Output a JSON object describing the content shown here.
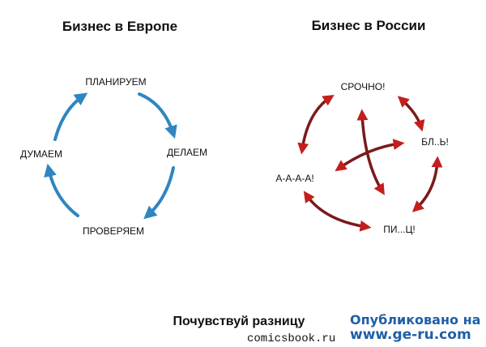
{
  "europe": {
    "title": "Бизнес в Европе",
    "steps": [
      "ПЛАНИРУЕМ",
      "ДЕЛАЕМ",
      "ПРОВЕРЯЕМ",
      "ДУМАЕМ"
    ],
    "arrow_color": "#2e86c1"
  },
  "russia": {
    "title": "Бизнес в России",
    "steps": [
      "СРОЧНО!",
      "БЛ..Ь!",
      "ПИ...Ц!",
      "А-А-А-А!"
    ],
    "arrow_color": "#b01c1c"
  },
  "caption": "Почувствуй разницу",
  "watermark": {
    "line1": "Опубликовано на",
    "line2": "www.ge-ru.com",
    "overlay": "comicsbook.ru"
  }
}
